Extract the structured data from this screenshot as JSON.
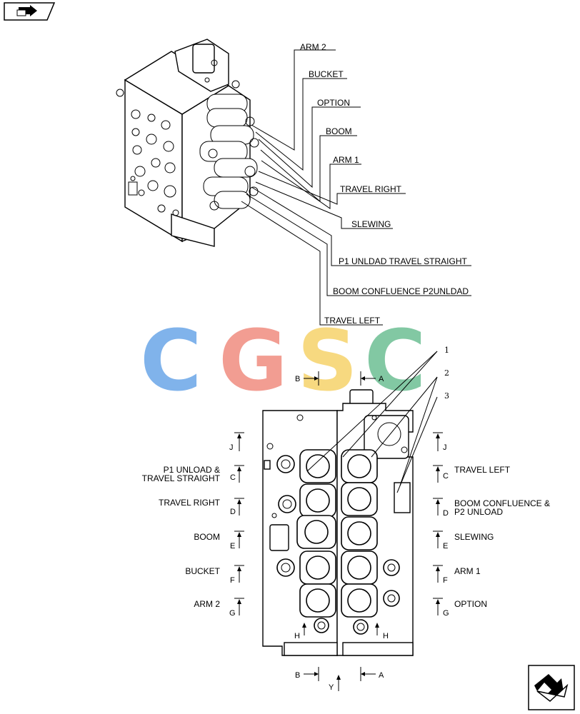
{
  "top_labels": [
    {
      "id": "arm2",
      "text": "ARM 2"
    },
    {
      "id": "bucket",
      "text": "BUCKET"
    },
    {
      "id": "option",
      "text": "OPTION"
    },
    {
      "id": "boom",
      "text": "BOOM"
    },
    {
      "id": "arm1",
      "text": "ARM 1"
    },
    {
      "id": "travel_right",
      "text": "TRAVEL RIGHT"
    },
    {
      "id": "slewing",
      "text": "SLEWING"
    },
    {
      "id": "p1_unload",
      "text": "P1 UNLDAD TRAVEL STRAIGHT"
    },
    {
      "id": "boom_confluence",
      "text": "BOOM CONFLUENCE P2UNLDAD"
    },
    {
      "id": "travel_left",
      "text": "TRAVEL LEFT"
    }
  ],
  "left_labels": [
    {
      "id": "p1",
      "lines": [
        "P1 UNLOAD &",
        "TRAVEL STRAIGHT"
      ],
      "section": "C"
    },
    {
      "id": "tr",
      "lines": [
        "TRAVEL RIGHT"
      ],
      "section": "D"
    },
    {
      "id": "bm",
      "lines": [
        "BOOM"
      ],
      "section": "E"
    },
    {
      "id": "bk",
      "lines": [
        "BUCKET"
      ],
      "section": "F"
    },
    {
      "id": "a2",
      "lines": [
        "ARM 2"
      ],
      "section": "G"
    }
  ],
  "right_labels": [
    {
      "id": "tl",
      "lines": [
        "TRAVEL LEFT"
      ],
      "section": "C"
    },
    {
      "id": "bc",
      "lines": [
        "BOOM CONFLUENCE &",
        "P2 UNLOAD"
      ],
      "section": "D"
    },
    {
      "id": "sl",
      "lines": [
        "SLEWING"
      ],
      "section": "E"
    },
    {
      "id": "a1",
      "lines": [
        "ARM 1"
      ],
      "section": "F"
    },
    {
      "id": "op",
      "lines": [
        "OPTION"
      ],
      "section": "G"
    }
  ],
  "section_marks": {
    "J": "J",
    "H": "H",
    "B": "B",
    "A": "A",
    "Y": "Y"
  },
  "callouts": [
    "1",
    "2",
    "3"
  ],
  "watermark": {
    "letters": [
      "C",
      "G",
      "S",
      "C"
    ],
    "colors": [
      "#6aa6e8",
      "#f08c80",
      "#f6d36a",
      "#6dbf94"
    ]
  }
}
